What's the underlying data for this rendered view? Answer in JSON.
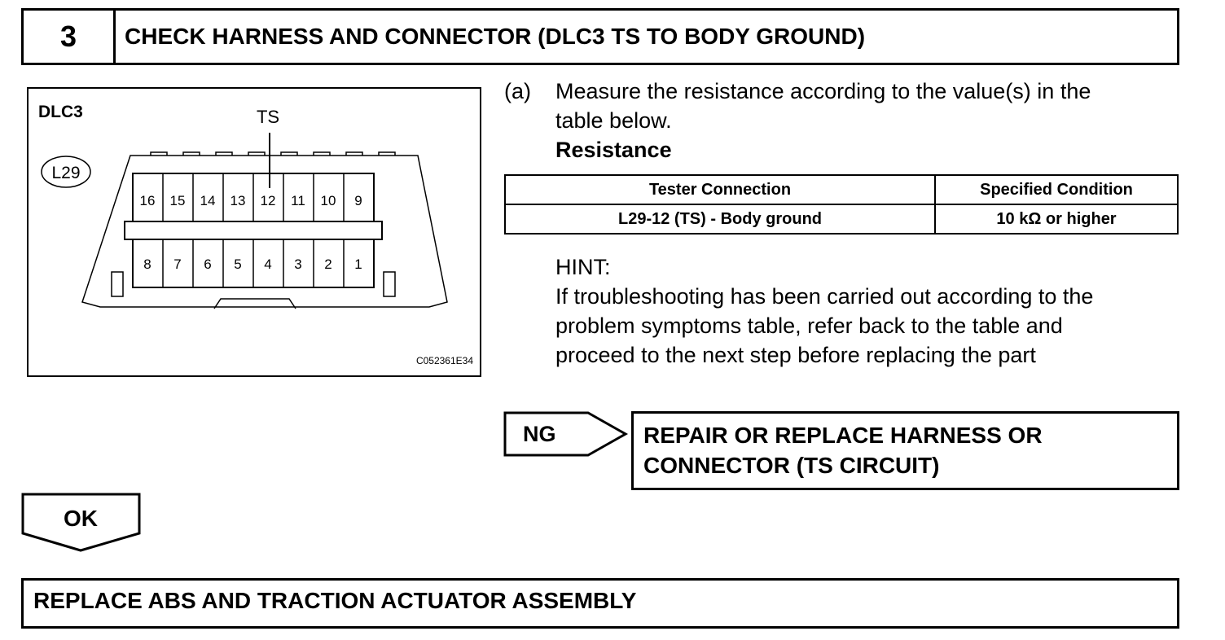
{
  "step": {
    "number": "3",
    "title": "CHECK HARNESS AND CONNECTOR (DLC3 TS TO BODY GROUND)"
  },
  "figure": {
    "connector_name": "DLC3",
    "connector_code": "L29",
    "pin_label": "TS",
    "top_pins": [
      "16",
      "15",
      "14",
      "13",
      "12",
      "11",
      "10",
      "9"
    ],
    "bottom_pins": [
      "8",
      "7",
      "6",
      "5",
      "4",
      "3",
      "2",
      "1"
    ],
    "image_code": "C052361E34"
  },
  "instruction": {
    "marker": "(a)",
    "line1": "Measure the resistance according to the value(s) in the",
    "line2": "table below.",
    "heading": "Resistance"
  },
  "table": {
    "headers": [
      "Tester Connection",
      "Specified Condition"
    ],
    "rows": [
      [
        "L29-12 (TS) - Body ground",
        "10 kΩ or higher"
      ]
    ]
  },
  "hint": {
    "label": "HINT:",
    "lines": [
      "If troubleshooting has been carried out according to the",
      "problem symptoms table, refer back to the table and",
      "proceed to the next step before replacing the part"
    ]
  },
  "ng": {
    "label": "NG",
    "result_lines": [
      "REPAIR OR REPLACE HARNESS OR",
      "CONNECTOR (TS CIRCUIT)"
    ]
  },
  "ok": {
    "label": "OK"
  },
  "final": {
    "text": "REPLACE ABS AND TRACTION ACTUATOR ASSEMBLY"
  }
}
